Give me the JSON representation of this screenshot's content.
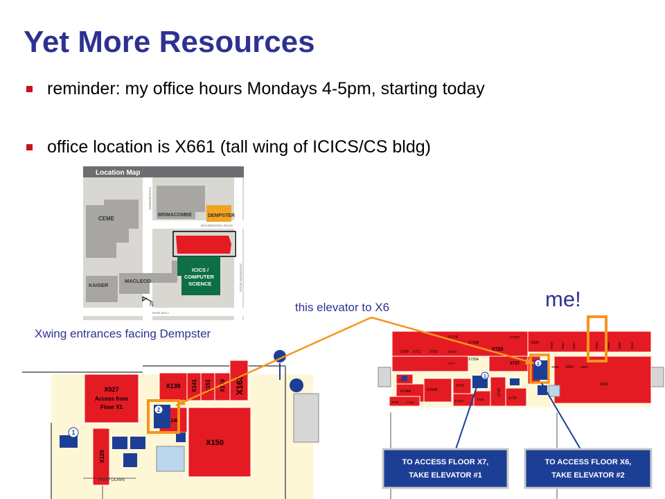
{
  "slide": {
    "title": "Yet More Resources",
    "bullets": [
      "reminder: my office hours Mondays 4-5pm, starting today",
      "office location is X661 (tall wing of ICICS/CS bldg)"
    ]
  },
  "location_map": {
    "header": "Location Map",
    "buildings": {
      "ceme": "CEME",
      "brimacombe": "BRIMACOMBE",
      "dempster": "DEMPSTER",
      "icics_lines": [
        "ICICS /",
        "COMPUTER",
        "SCIENCE"
      ],
      "kaiser": "KAISER",
      "macleod": "MACLEOD"
    },
    "roads": {
      "engineering": "ENGINEERING ROAD",
      "main_mall": "MAIN MALL",
      "agronomy": "AGRONOMY ROAD",
      "west": "THUNDERBIRD"
    },
    "north_label": "N"
  },
  "annotations": {
    "xwing_caption": "Xwing entrances facing Dempster",
    "elevator_caption": "this elevator to X6",
    "me_label": "me!"
  },
  "floor1": {
    "x027_lines": [
      "X027",
      "Access from",
      "Floor X1"
    ],
    "rooms": [
      "X139",
      "X141",
      "X151",
      "X153",
      "X163",
      "X140",
      "X150",
      "X120"
    ],
    "elevator_numbers": [
      "2",
      "1"
    ],
    "ramp_label": "RAMP DOWN"
  },
  "floor7": {
    "rooms_top": [
      "X709",
      "X711",
      "X715",
      "X717B",
      "X725B",
      "X725",
      "X727D",
      "X839",
      "X839",
      "X841",
      "X651",
      "X661",
      "X663",
      "X665",
      "X669"
    ],
    "rooms_mid": [
      "X713A",
      "X725A",
      "X717",
      "X727",
      "X648",
      "X650",
      "X652",
      "X660"
    ],
    "rooms_bottom": [
      "X704",
      "X704A",
      "X704B",
      "X710",
      "X720",
      "X702",
      "X703A",
      "X710A",
      "X718",
      "X724"
    ],
    "elevator_numbers": [
      "2",
      "1"
    ]
  },
  "signs": {
    "x7_lines": [
      "TO ACCESS FLOOR X7,",
      "TAKE ELEVATOR #1"
    ],
    "x6_lines": [
      "TO ACCESS FLOOR X6,",
      "TAKE ELEVATOR #2"
    ]
  },
  "colors": {
    "title": "#2e3192",
    "bullet": "#c4131b",
    "room_red": "#e41b23",
    "corridor": "#fdf7d6",
    "highlight": "#f7941d",
    "sign_blue": "#1c3f95",
    "icics_green": "#0e6e46",
    "dempster_orange": "#f2a41e"
  }
}
